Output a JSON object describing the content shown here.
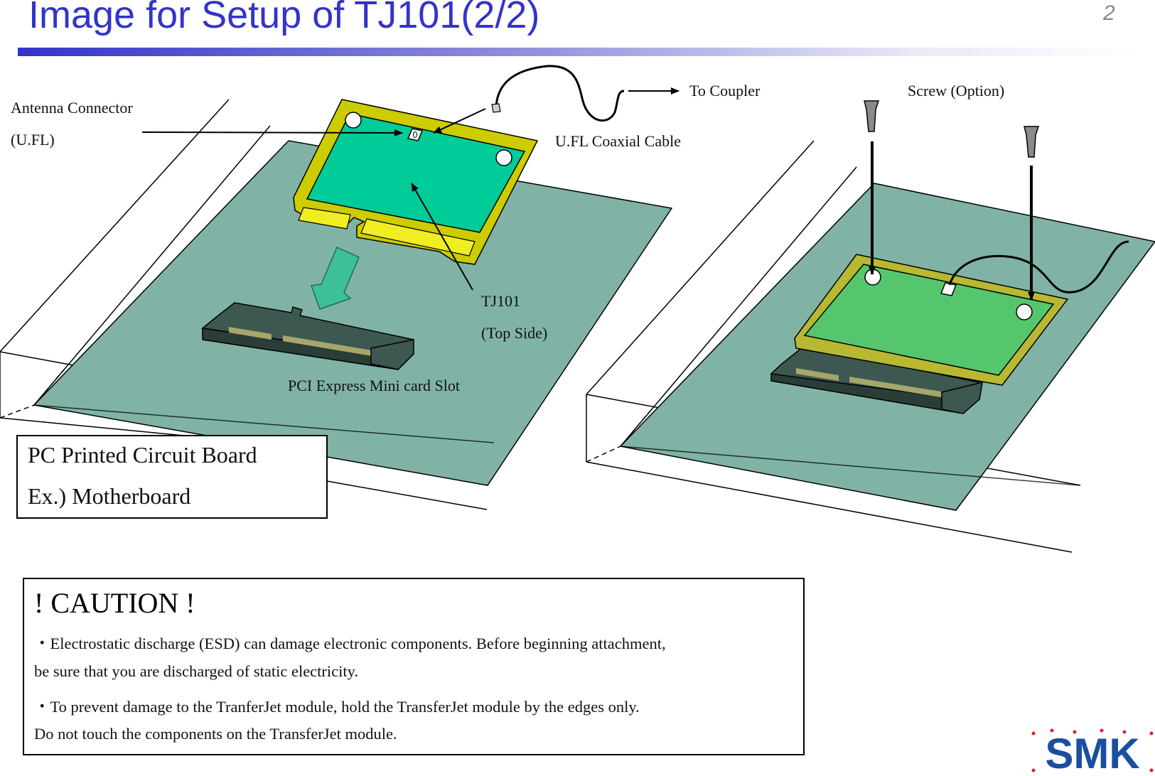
{
  "slide": {
    "title": "Image for Setup of TJ101(2/2)",
    "page_number": "2"
  },
  "labels": {
    "antenna_connector": "Antenna Connector",
    "ufl": "(U.FL)",
    "to_coupler": "To Coupler",
    "screw_option": "Screw (Option)",
    "coax_cable": "U.FL  Coaxial Cable",
    "tj101": "TJ101",
    "top_side": "(Top Side)",
    "slot": "PCI Express Mini card Slot"
  },
  "pcb_box": {
    "line1": "PC  Printed Circuit Board",
    "line2": "Ex.) Motherboard"
  },
  "caution": {
    "heading": "! CAUTION !",
    "line1": "・Electrostatic discharge (ESD) can damage electronic components. Before beginning attachment,",
    "line2": "   be sure that you are discharged of static electricity.",
    "line3": "・To prevent damage to the TranferJet module, hold the TransferJet module by the edges only.",
    "line4": "    Do not touch the components on the TransferJet module."
  },
  "logo": {
    "text": "SMK",
    "color": "#1a4fa0",
    "dot_color": "#e02020"
  },
  "colors": {
    "title": "#3333cc",
    "board": "#80b3a6",
    "card_green": "#00cc99",
    "card_frame": "#cccc00",
    "card_green_installed": "#55c66e",
    "slot": "#3d5850",
    "insert_arrow": "#3dbf99"
  }
}
